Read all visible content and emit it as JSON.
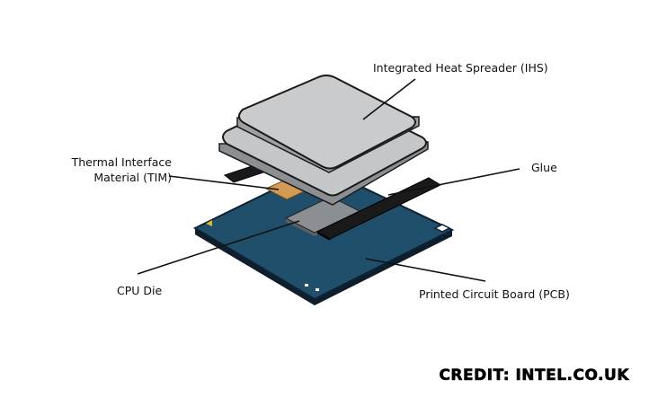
{
  "diagram": {
    "labels": {
      "ihs": "Integrated Heat Spreader (IHS)",
      "tim_line1": "Thermal Interface",
      "tim_line2": "Material (TIM)",
      "glue": "Glue",
      "cpu_die": "CPU Die",
      "pcb": "Printed Circuit Board (PCB)"
    },
    "credit": "CREDIT: INTEL.CO.UK",
    "colors": {
      "pcb": "#1f4f6b",
      "pcb_edge": "#0f2233",
      "ihs": "#c4c6c8",
      "ihs_shadow": "#9ea1a4",
      "tim": "#d39a55",
      "die": "#8b8e92",
      "glue": "#1a1a1a",
      "marker": "#d8b832"
    }
  }
}
